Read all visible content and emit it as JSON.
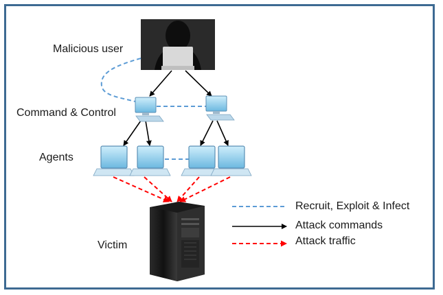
{
  "labels": {
    "malicious_user": "Malicious user",
    "command_control": "Command & Control",
    "agents": "Agents",
    "victim": "Victim"
  },
  "legend": {
    "recruit": "Recruit, Exploit & Infect",
    "commands": "Attack commands",
    "traffic": "Attack traffic"
  },
  "colors": {
    "frame": "#3d6a92",
    "recruit_line": "#5b9bd5",
    "command_line": "#000000",
    "traffic_line": "#ff0000",
    "device_blue": "#7fc4e8"
  }
}
